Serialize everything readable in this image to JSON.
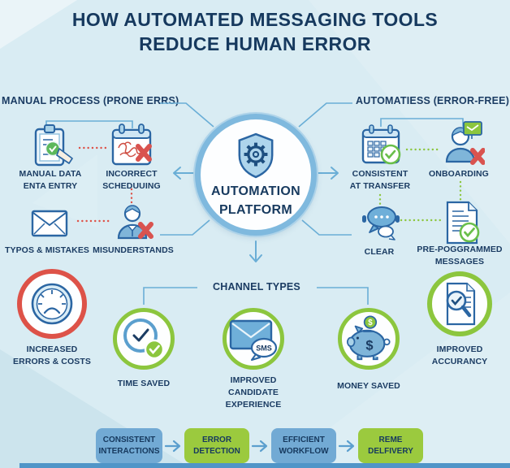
{
  "title": {
    "line1": "HOW AUTOMATED MESSAGING TOOLS",
    "line2": "REDUCE HUMAN ERROR"
  },
  "manual": {
    "header": "MANUAL PROCESS (PRONE ERRS)",
    "items": [
      {
        "line1": "MANUAL DATA",
        "line2": "ENTA ENTRY",
        "icon": "clipboard-pencil-icon"
      },
      {
        "line1": "INCORRECT",
        "line2": "SCHEDUUING",
        "icon": "calendar-error-icon"
      },
      {
        "line1": "TYPOS & MISTAKES",
        "icon": "envelope-icon"
      },
      {
        "line1": "MISUNDERSTANDS",
        "icon": "person-error-icon"
      }
    ]
  },
  "automated": {
    "header": "AUTOMATIESS (ERROR-FREE)",
    "items": [
      {
        "line1": "CONSISTENT",
        "line2": "AT TRANSFER",
        "icon": "calendar-check-icon"
      },
      {
        "line1": "ONBOARDING",
        "icon": "person-message-icon"
      },
      {
        "line1": "CLEAR",
        "icon": "chat-bubbles-icon"
      },
      {
        "line1": "PRE-POGGRAMMED",
        "line2": "MESSAGES",
        "icon": "document-check-icon"
      }
    ]
  },
  "center": {
    "line1": "AUTOMATION",
    "line2": "PLATFORM",
    "icon": "shield-gear-icon"
  },
  "outcomes": {
    "left": {
      "line1": "INCREASED",
      "line2": "ERRORS & COSTS",
      "icon": "sad-gauge-icon",
      "ring_color": "#dd5248"
    },
    "right": {
      "line1": "IMPROVED",
      "line2": "ACCURANCY",
      "icon": "document-magnifier-icon",
      "ring_color": "#8cc63e"
    }
  },
  "channels": {
    "header": "CHANNEL TYPES",
    "sms_badge": "SMS",
    "items": [
      {
        "line1": "TIME SAVED",
        "icon": "clock-check-icon"
      },
      {
        "line1": "IMPROVED",
        "line2": "CANDIDATE",
        "line3": "EXPERIENCE",
        "icon": "envelope-sms-icon"
      },
      {
        "line1": "MONEY SAVED",
        "icon": "piggy-bank-icon"
      }
    ]
  },
  "money": {
    "coin_symbol": "$",
    "body_symbol": "$"
  },
  "flow": [
    {
      "line1": "CONSISTENT",
      "line2": "INTERACTIONS",
      "color": "blue"
    },
    {
      "line1": "ERROR",
      "line2": "DETECTION",
      "color": "green"
    },
    {
      "line1": "EFFICIENT",
      "line2": "WORKFLOW",
      "color": "blue"
    },
    {
      "line1": "REME",
      "line2": "DELFIVERY",
      "color": "green"
    }
  ],
  "colors": {
    "background": "#d9ecf3",
    "navy_text": "#1b3c63",
    "line_blue": "#6aaed6",
    "icon_blue": "#7fb5d9",
    "icon_outline": "#2b66a3",
    "ring_blue": "#7fb9de",
    "green": "#8cc63e",
    "check_green": "#5cb85c",
    "red": "#dd5248",
    "box_blue": "#72aad4",
    "box_green": "#9bca3e",
    "bottom_bar": "#5095c8"
  }
}
